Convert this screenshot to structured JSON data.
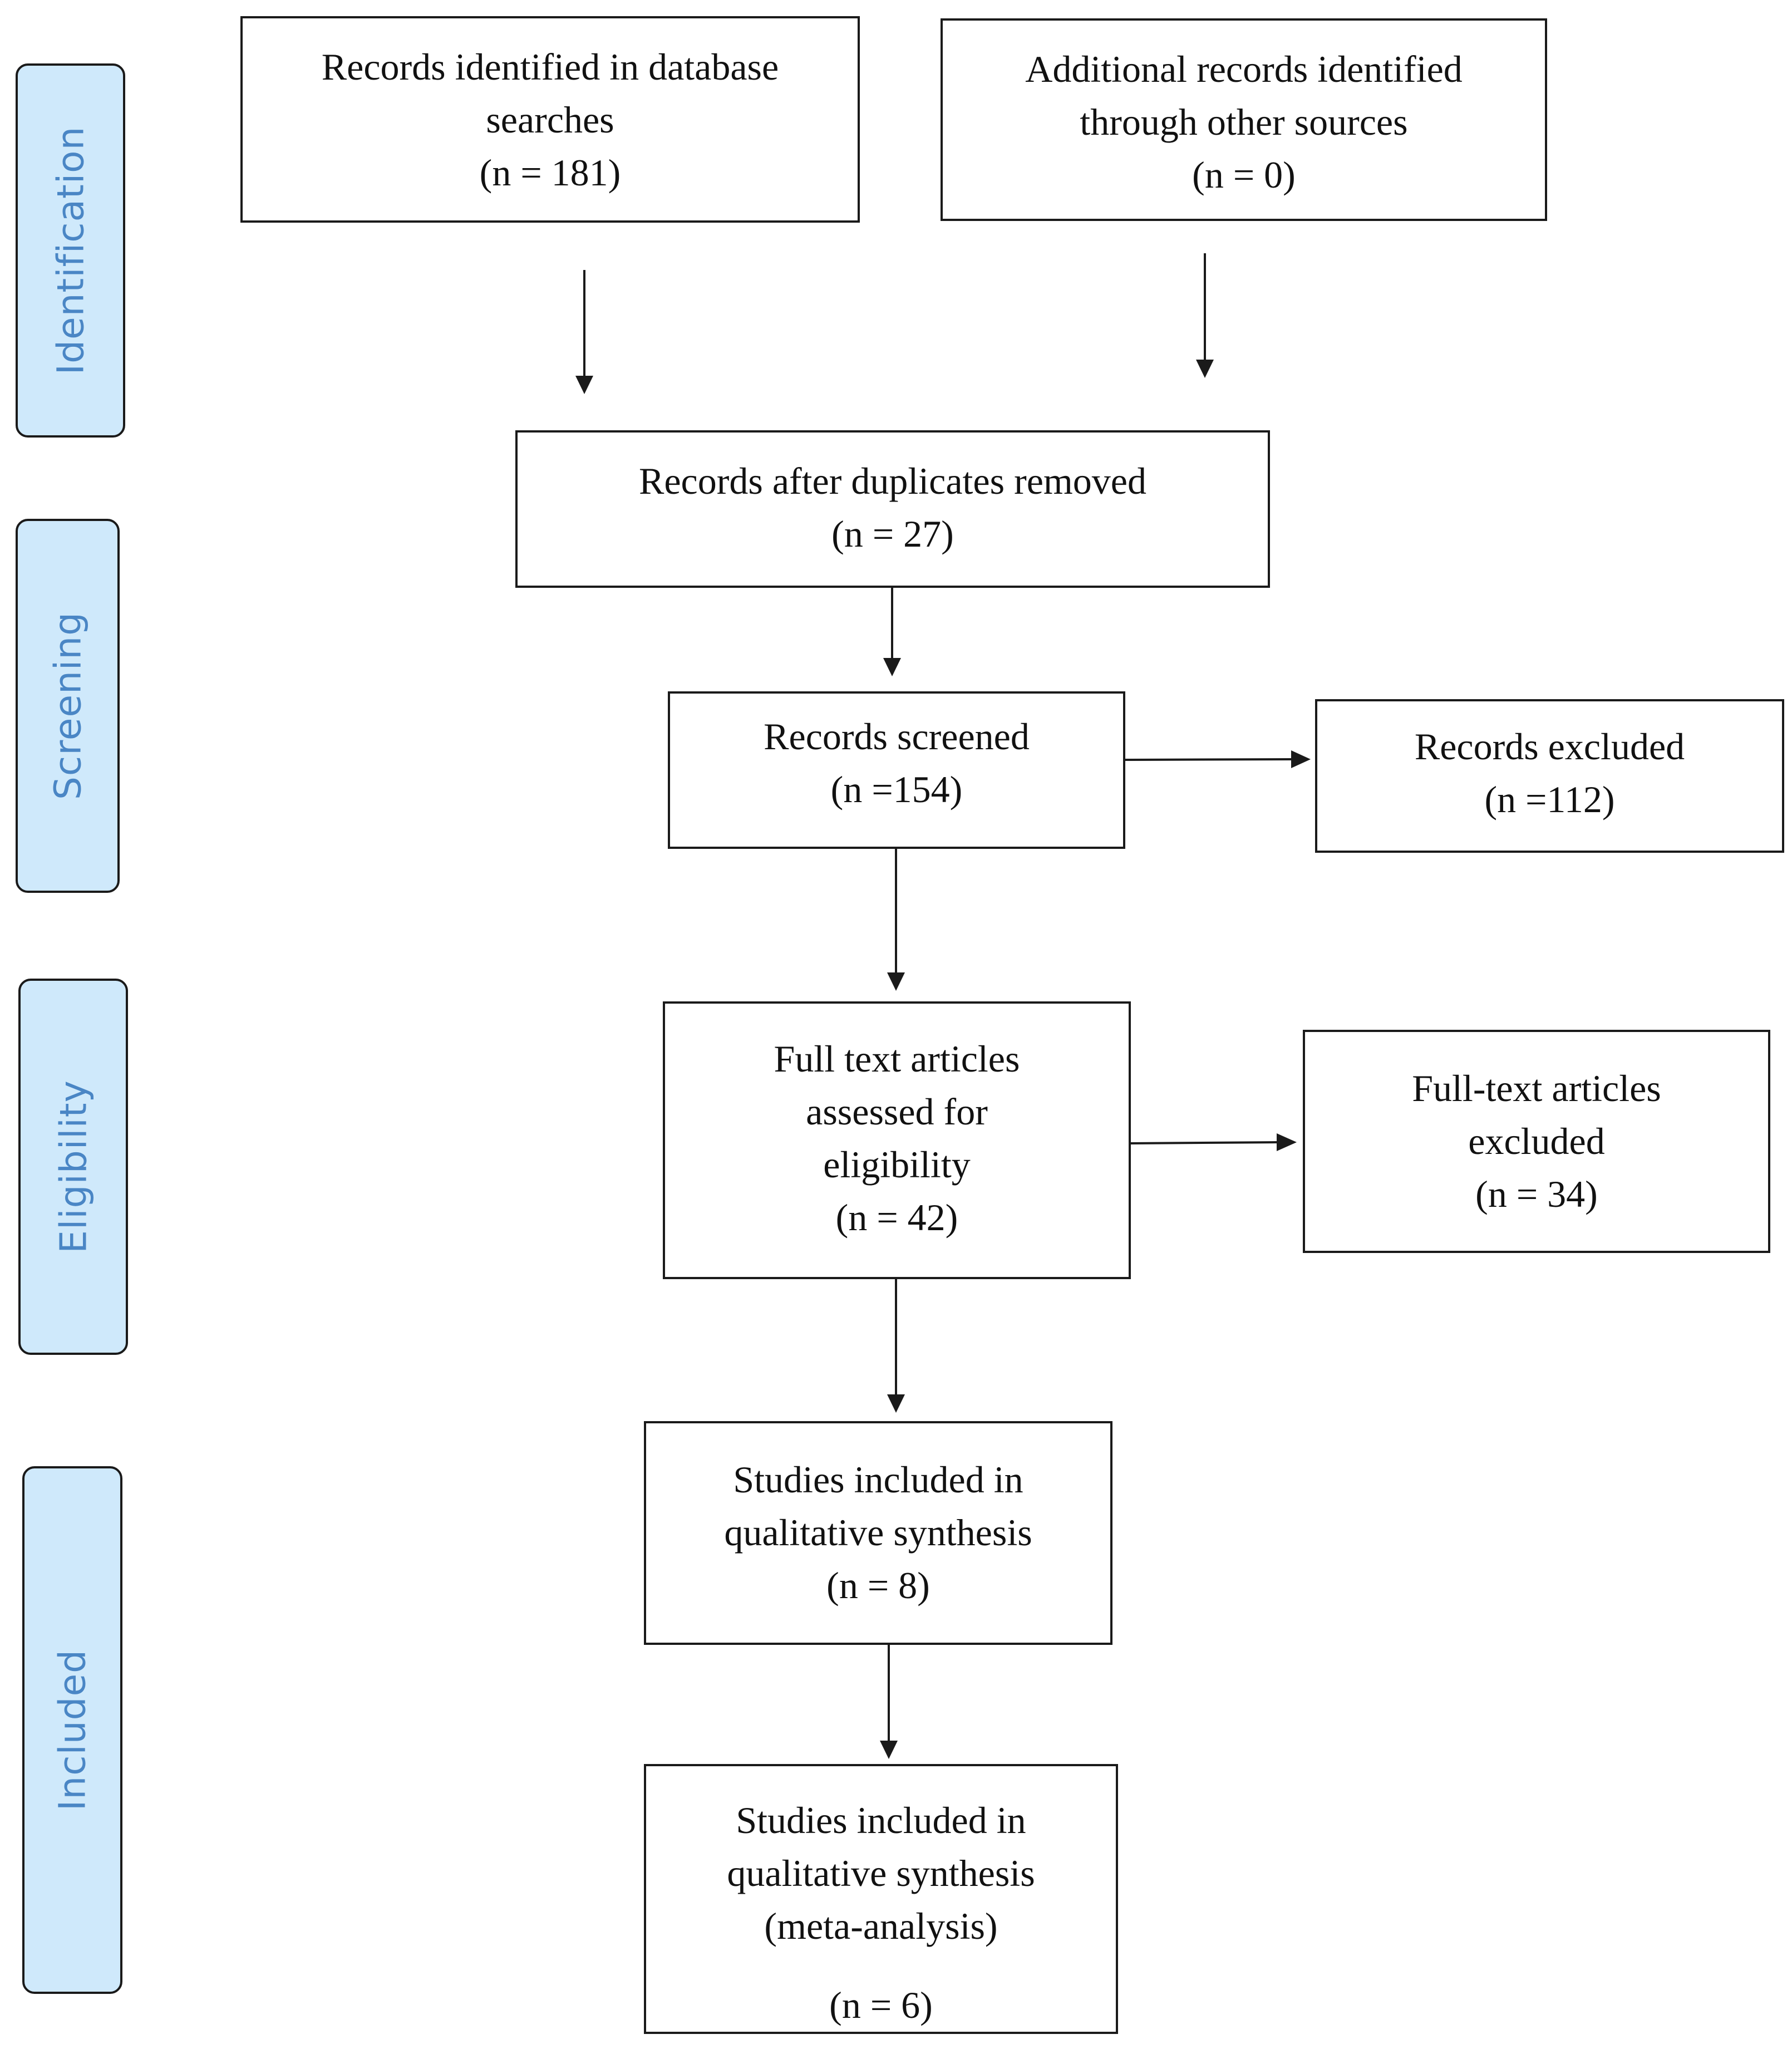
{
  "stages": {
    "identification": "Identification",
    "screening": "Screening",
    "eligibility": "Eligibility",
    "included": "Included"
  },
  "boxes": {
    "records_identified": {
      "lines": [
        "Records identified in database",
        "searches",
        "(n = 181)"
      ]
    },
    "additional_records": {
      "lines": [
        "Additional records identified",
        "through other sources",
        "(n = 0)"
      ]
    },
    "duplicates_removed": {
      "lines": [
        "Records after duplicates removed",
        "(n = 27)"
      ]
    },
    "records_screened": {
      "lines": [
        "Records screened",
        "(n =154)"
      ]
    },
    "records_excluded": {
      "lines": [
        "Records excluded",
        "(n =112)"
      ]
    },
    "fulltext_assessed": {
      "lines": [
        "Full text articles",
        "assessed for",
        "eligibility",
        "(n = 42)"
      ]
    },
    "fulltext_excluded": {
      "lines": [
        "Full-text articles",
        "excluded",
        "(n = 34)"
      ]
    },
    "qualitative_synthesis": {
      "lines": [
        "Studies included in",
        "qualitative synthesis",
        "(n = 8)"
      ]
    },
    "meta_analysis": {
      "lines": [
        "Studies included in",
        "qualitative synthesis",
        "(meta-analysis)",
        "(n = 6)"
      ]
    }
  },
  "colors": {
    "stage_fill": "#cfe9fb",
    "stage_text": "#4a86c5",
    "border": "#1a1a1a"
  }
}
